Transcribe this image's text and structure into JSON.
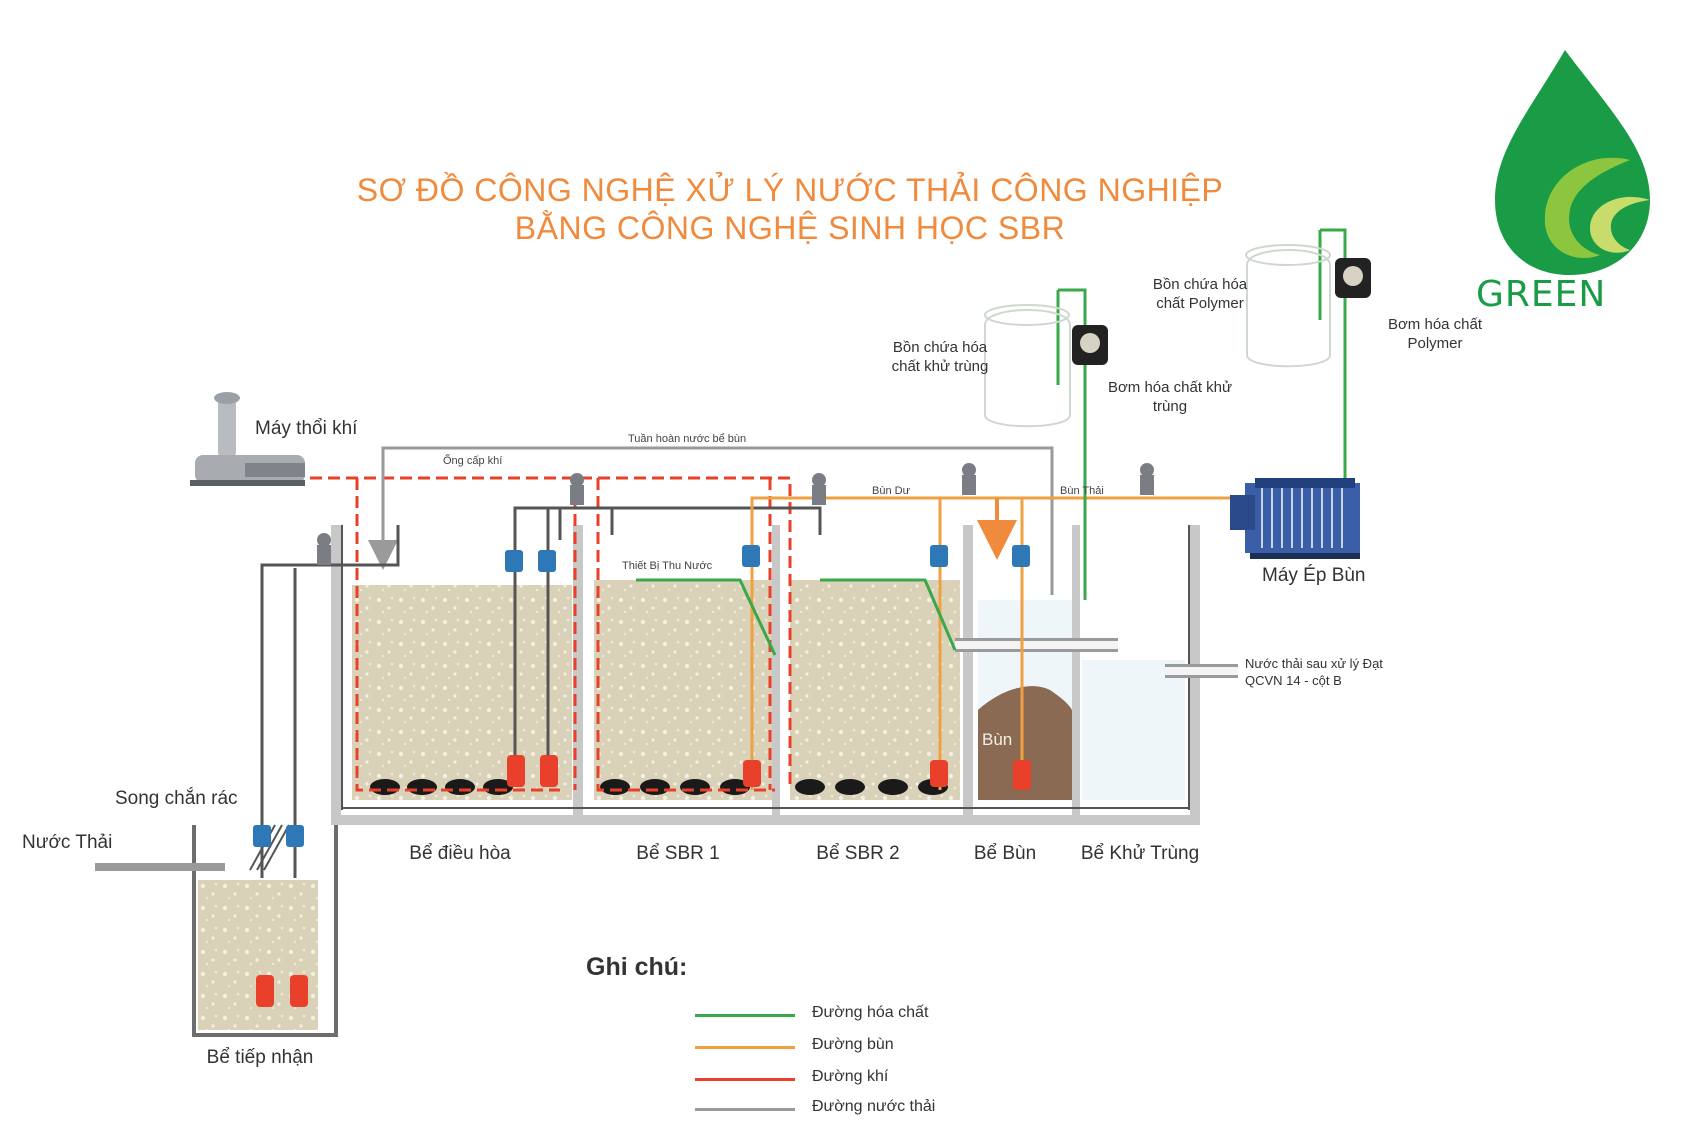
{
  "title": {
    "line1": "SƠ ĐỒ CÔNG NGHỆ XỬ LÝ NƯỚC THẢI CÔNG NGHIỆP",
    "line2": "BẰNG CÔNG NGHỆ SINH HỌC SBR"
  },
  "logo": {
    "text": "GREEN",
    "icon": "green-leaf-logo"
  },
  "equipment": {
    "blower": "Máy thổi khí",
    "tank_disinfectant": "Bồn chứa hóa chất khử trùng",
    "pump_disinfectant": "Bơm hóa chất khử trùng",
    "tank_polymer": "Bồn chứa hóa chất Polymer",
    "pump_polymer": "Bơm hóa chất Polymer",
    "sludge_press": "Máy Ép Bùn",
    "screen": "Song chắn rác",
    "decanter": "Thiết Bị Thu Nước",
    "sludge_in_tank": "Bùn"
  },
  "pipes": {
    "air_supply": "Ống cấp khí",
    "sludge_recirculation": "Tuần hoàn nước bể bùn",
    "excess_sludge": "Bùn Dư",
    "waste_sludge": "Bùn Thải",
    "wastewater_in": "Nước Thải",
    "treated_outlet": "Nước thải sau xử lý Đạt QCVN 14 - cột B"
  },
  "tanks": [
    {
      "id": "receiving",
      "label": "Bể tiếp nhận"
    },
    {
      "id": "equalization",
      "label": "Bể điều hòa"
    },
    {
      "id": "sbr1",
      "label": "Bể SBR 1"
    },
    {
      "id": "sbr2",
      "label": "Bể SBR 2"
    },
    {
      "id": "sludge",
      "label": "Bể Bùn"
    },
    {
      "id": "disinfection",
      "label": "Bể Khử Trùng"
    }
  ],
  "legend": {
    "title": "Ghi chú:",
    "items": [
      {
        "label": "Đường hóa chất",
        "color": "#3aa84a"
      },
      {
        "label": "Đường bùn",
        "color": "#f0a040"
      },
      {
        "label": "Đường khí",
        "color": "#e8402a"
      },
      {
        "label": "Đường nước thải",
        "color": "#9a9a9a"
      }
    ]
  },
  "colors": {
    "title": "#f08a3c",
    "chemical_line": "#3aa84a",
    "sludge_line": "#f0a040",
    "air_line": "#e8402a",
    "water_line": "#9a9a9a",
    "tank_wall": "#c8c8c8",
    "water_fill": "#d9d2b8",
    "sludge_fill": "#8a6a52",
    "pump": "#e8402a",
    "valve": "#2e78b8"
  }
}
